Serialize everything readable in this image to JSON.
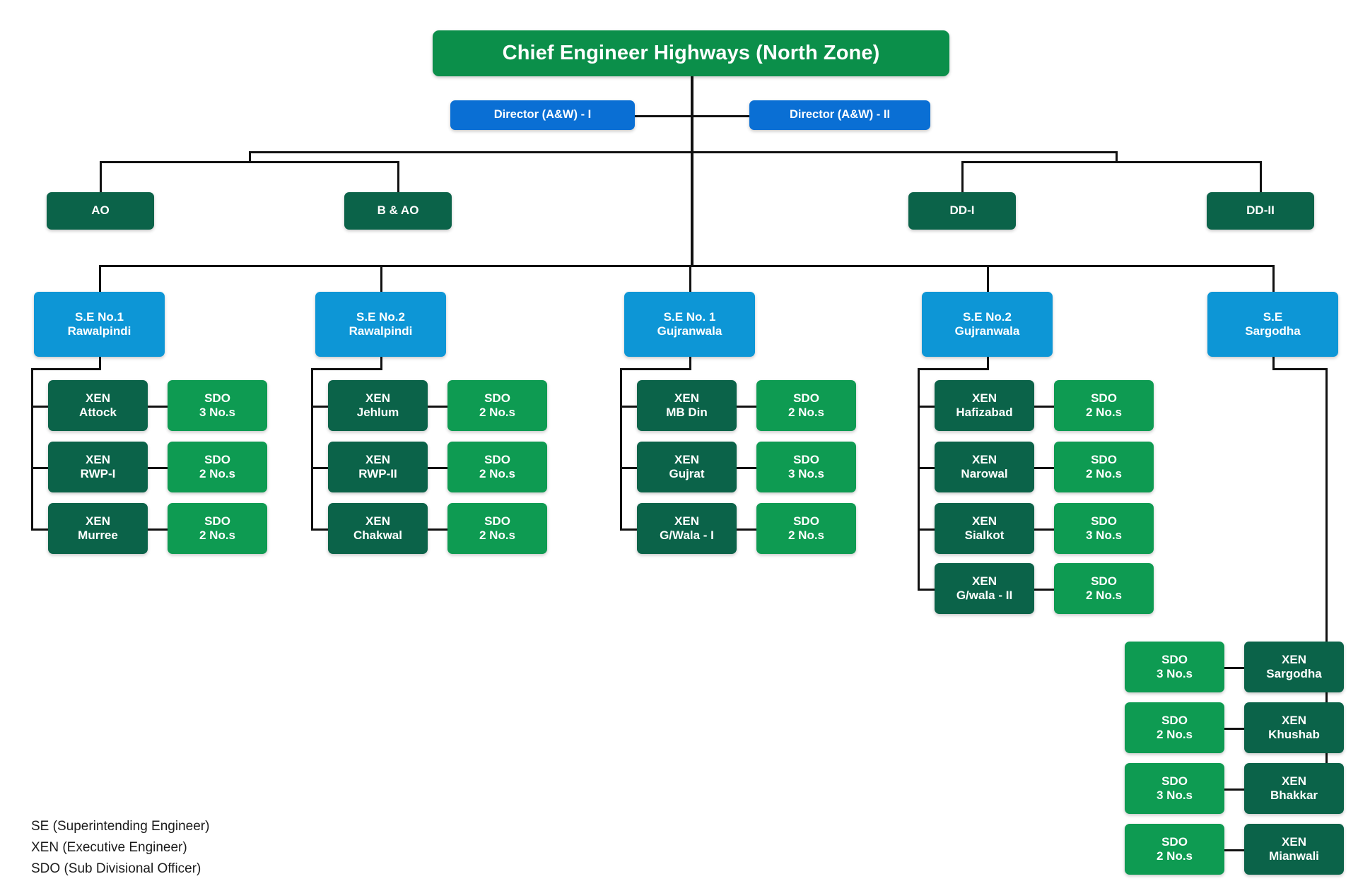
{
  "chart_data": {
    "type": "diagram",
    "title": "Chief Engineer Highways (North Zone) Organizational Chart",
    "legend_position": "bottom-left"
  },
  "colors": {
    "root_green": "#0b8f4a",
    "director_blue": "#0a6fd4",
    "se_blue": "#0d96d6",
    "xen_dark_green": "#0b6349",
    "sdo_green": "#0e9b52",
    "line": "#111111",
    "background": "#ffffff",
    "text": "#ffffff",
    "legend_text": "#1b1b1b"
  },
  "root": {
    "title": "Chief Engineer Highways (North Zone)"
  },
  "directors": [
    {
      "label": "Director (A&W) - I"
    },
    {
      "label": "Director (A&W) - II"
    }
  ],
  "admin": [
    {
      "label": "AO"
    },
    {
      "label": "B & AO"
    },
    {
      "label": "DD-I"
    },
    {
      "label": "DD-II"
    }
  ],
  "se_units": [
    {
      "line1": "S.E No.1",
      "line2": "Rawalpindi",
      "children": [
        {
          "xen_line1": "XEN",
          "xen_line2": "Attock",
          "sdo_line1": "SDO",
          "sdo_line2": "3 No.s"
        },
        {
          "xen_line1": "XEN",
          "xen_line2": "RWP-I",
          "sdo_line1": "SDO",
          "sdo_line2": "2 No.s"
        },
        {
          "xen_line1": "XEN",
          "xen_line2": "Murree",
          "sdo_line1": "SDO",
          "sdo_line2": "2 No.s"
        }
      ]
    },
    {
      "line1": "S.E No.2",
      "line2": "Rawalpindi",
      "children": [
        {
          "xen_line1": "XEN",
          "xen_line2": "Jehlum",
          "sdo_line1": "SDO",
          "sdo_line2": "2 No.s"
        },
        {
          "xen_line1": "XEN",
          "xen_line2": "RWP-II",
          "sdo_line1": "SDO",
          "sdo_line2": "2 No.s"
        },
        {
          "xen_line1": "XEN",
          "xen_line2": "Chakwal",
          "sdo_line1": "SDO",
          "sdo_line2": "2 No.s"
        }
      ]
    },
    {
      "line1": "S.E No. 1",
      "line2": "Gujranwala",
      "children": [
        {
          "xen_line1": "XEN",
          "xen_line2": "MB Din",
          "sdo_line1": "SDO",
          "sdo_line2": "2 No.s"
        },
        {
          "xen_line1": "XEN",
          "xen_line2": "Gujrat",
          "sdo_line1": "SDO",
          "sdo_line2": "3 No.s"
        },
        {
          "xen_line1": "XEN",
          "xen_line2": "G/Wala - I",
          "sdo_line1": "SDO",
          "sdo_line2": "2 No.s"
        }
      ]
    },
    {
      "line1": "S.E No.2",
      "line2": "Gujranwala",
      "children": [
        {
          "xen_line1": "XEN",
          "xen_line2": "Hafizabad",
          "sdo_line1": "SDO",
          "sdo_line2": "2 No.s"
        },
        {
          "xen_line1": "XEN",
          "xen_line2": "Narowal",
          "sdo_line1": "SDO",
          "sdo_line2": "2 No.s"
        },
        {
          "xen_line1": "XEN",
          "xen_line2": "Sialkot",
          "sdo_line1": "SDO",
          "sdo_line2": "3 No.s"
        },
        {
          "xen_line1": "XEN",
          "xen_line2": "G/wala - II",
          "sdo_line1": "SDO",
          "sdo_line2": "2 No.s"
        }
      ]
    },
    {
      "line1": "S.E",
      "line2": "Sargodha",
      "children": [
        {
          "xen_line1": "XEN",
          "xen_line2": "Sargodha",
          "sdo_line1": "SDO",
          "sdo_line2": "3 No.s"
        },
        {
          "xen_line1": "XEN",
          "xen_line2": "Khushab",
          "sdo_line1": "SDO",
          "sdo_line2": "2 No.s"
        },
        {
          "xen_line1": "XEN",
          "xen_line2": "Bhakkar",
          "sdo_line1": "SDO",
          "sdo_line2": "3 No.s"
        },
        {
          "xen_line1": "XEN",
          "xen_line2": "Mianwali",
          "sdo_line1": "SDO",
          "sdo_line2": "2 No.s"
        }
      ]
    }
  ],
  "legend": [
    "SE (Superintending Engineer)",
    "XEN (Executive Engineer)",
    "SDO (Sub Divisional Officer)"
  ]
}
